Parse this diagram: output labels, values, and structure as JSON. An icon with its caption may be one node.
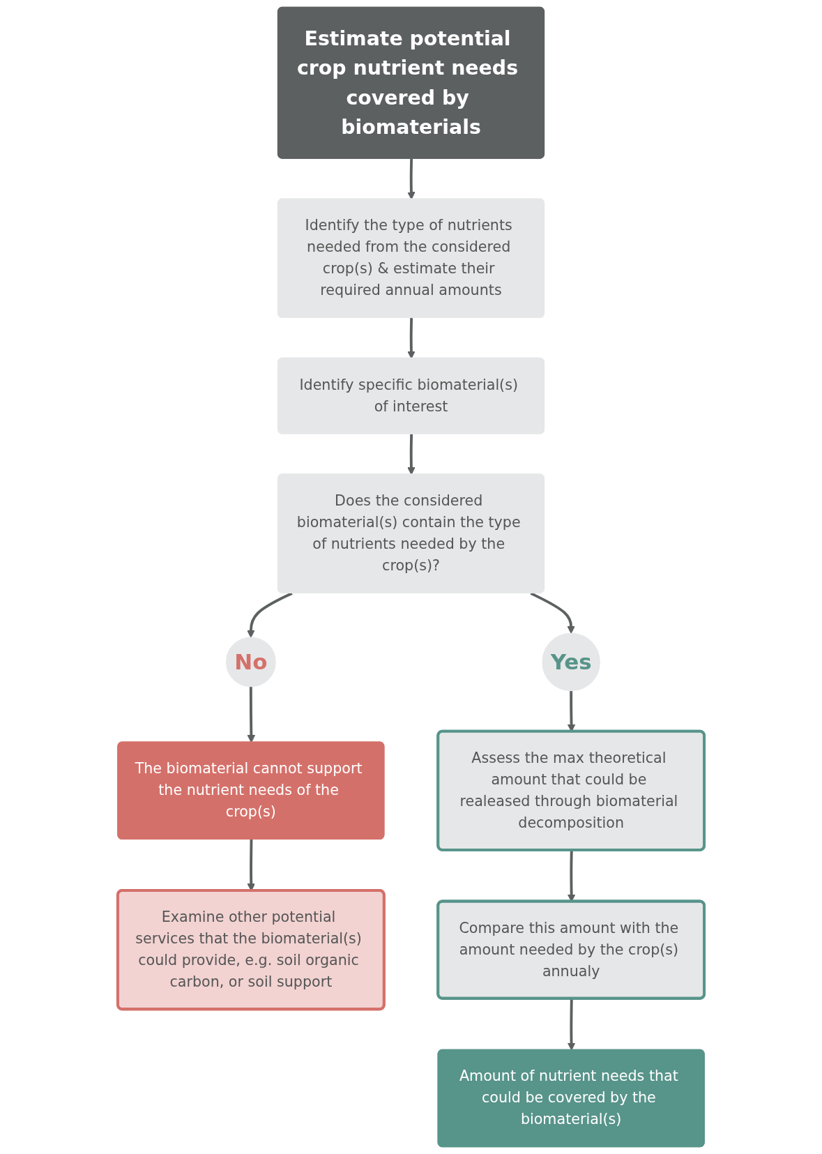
{
  "diagram": {
    "nodes": [
      {
        "text": [
          "Estimate potential crop nutrient needs covered by biomaterials"
        ]
      },
      {
        "text": [
          "Identify the type of nutrients needed from the considered crop(s) & estimate their required annual amounts"
        ]
      },
      {
        "text": [
          "Identify specific biomaterial(s) of interest"
        ]
      },
      {
        "text": [
          "Does the considered biomaterial(s) contain the type of nutrients needed by the crop(s)?"
        ]
      },
      {
        "text": [
          "No"
        ]
      },
      {
        "text": [
          "Yes"
        ]
      },
      {
        "text": [
          "The biomaterial cannot support the nutrient needs of the crop(s)"
        ]
      },
      {
        "text": [
          "Examine other potential services that the biomaterial(s) could provide, e.g. soil organic carbon, or soil support"
        ]
      },
      {
        "text": [
          "Assess the max theoretical amount that could be realeased through biomaterial decomposition"
        ]
      },
      {
        "text": [
          "Compare this amount with the amount needed by the crop(s) annualy"
        ]
      },
      {
        "text": [
          "Amount of nutrient needs that could be covered by the biomaterial(s)"
        ]
      }
    ],
    "edges": [
      {
        "from": 0,
        "to": 1,
        "arrow": "to"
      },
      {
        "from": 1,
        "to": 2,
        "arrow": "to"
      },
      {
        "from": 2,
        "to": 3,
        "arrow": "to"
      },
      {
        "from": 3,
        "to": 4,
        "arrow": "to"
      },
      {
        "from": 3,
        "to": 5,
        "arrow": "to"
      },
      {
        "from": 4,
        "to": 6,
        "arrow": "to"
      },
      {
        "from": 6,
        "to": 7,
        "arrow": "to"
      },
      {
        "from": 5,
        "to": 8,
        "arrow": "to"
      },
      {
        "from": 8,
        "to": 9,
        "arrow": "to"
      },
      {
        "from": 9,
        "to": 10,
        "arrow": "to"
      }
    ]
  }
}
